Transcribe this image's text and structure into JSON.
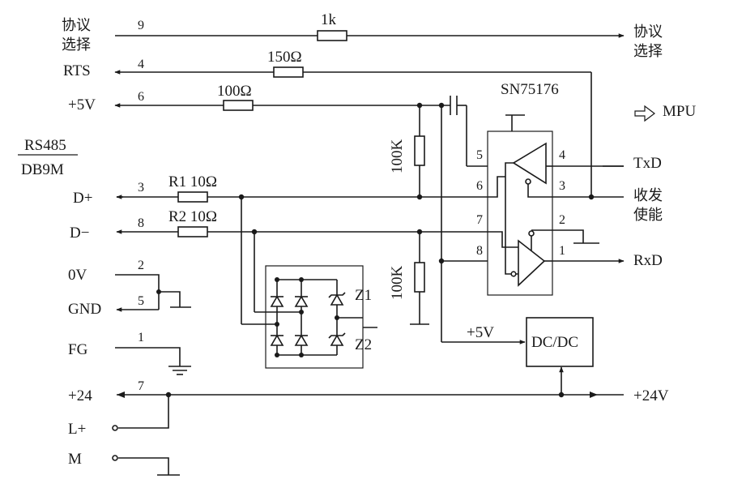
{
  "labels": {
    "protocol_select_left": [
      "协议",
      "选择"
    ],
    "protocol_select_right": [
      "协议",
      "选择"
    ],
    "rts": "RTS",
    "plus5v": "+5V",
    "rs485": "RS485",
    "db9m": "DB9M",
    "d_plus": "D+",
    "d_minus": "D−",
    "zero_v": "0V",
    "gnd": "GND",
    "fg": "FG",
    "plus24": "+24",
    "l_plus": "L+",
    "m": "M",
    "txd": "TxD",
    "rxd": "RxD",
    "tx_enable": [
      "收发",
      "使能"
    ],
    "mpu": "MPU",
    "plus24v": "+24V",
    "plus5v_dc": "+5V",
    "dcdc": "DC/DC",
    "chip": "SN75176",
    "z1": "Z1",
    "z2": "Z2"
  },
  "pins": {
    "p9": "9",
    "p4": "4",
    "p6": "6",
    "p3": "3",
    "p8": "8",
    "p2": "2",
    "p5": "5",
    "p1": "1",
    "p7": "7"
  },
  "chip_pins": {
    "c5": "5",
    "c6": "6",
    "c7": "7",
    "c8": "8",
    "c4": "4",
    "c3": "3",
    "c2": "2",
    "c1": "1"
  },
  "components": {
    "r_1k": "1k",
    "r_150": "150Ω",
    "r_100": "100Ω",
    "r1": "R1 10Ω",
    "r2": "R2 10Ω",
    "r_100k_top": "100K",
    "r_100k_bot": "100K"
  }
}
